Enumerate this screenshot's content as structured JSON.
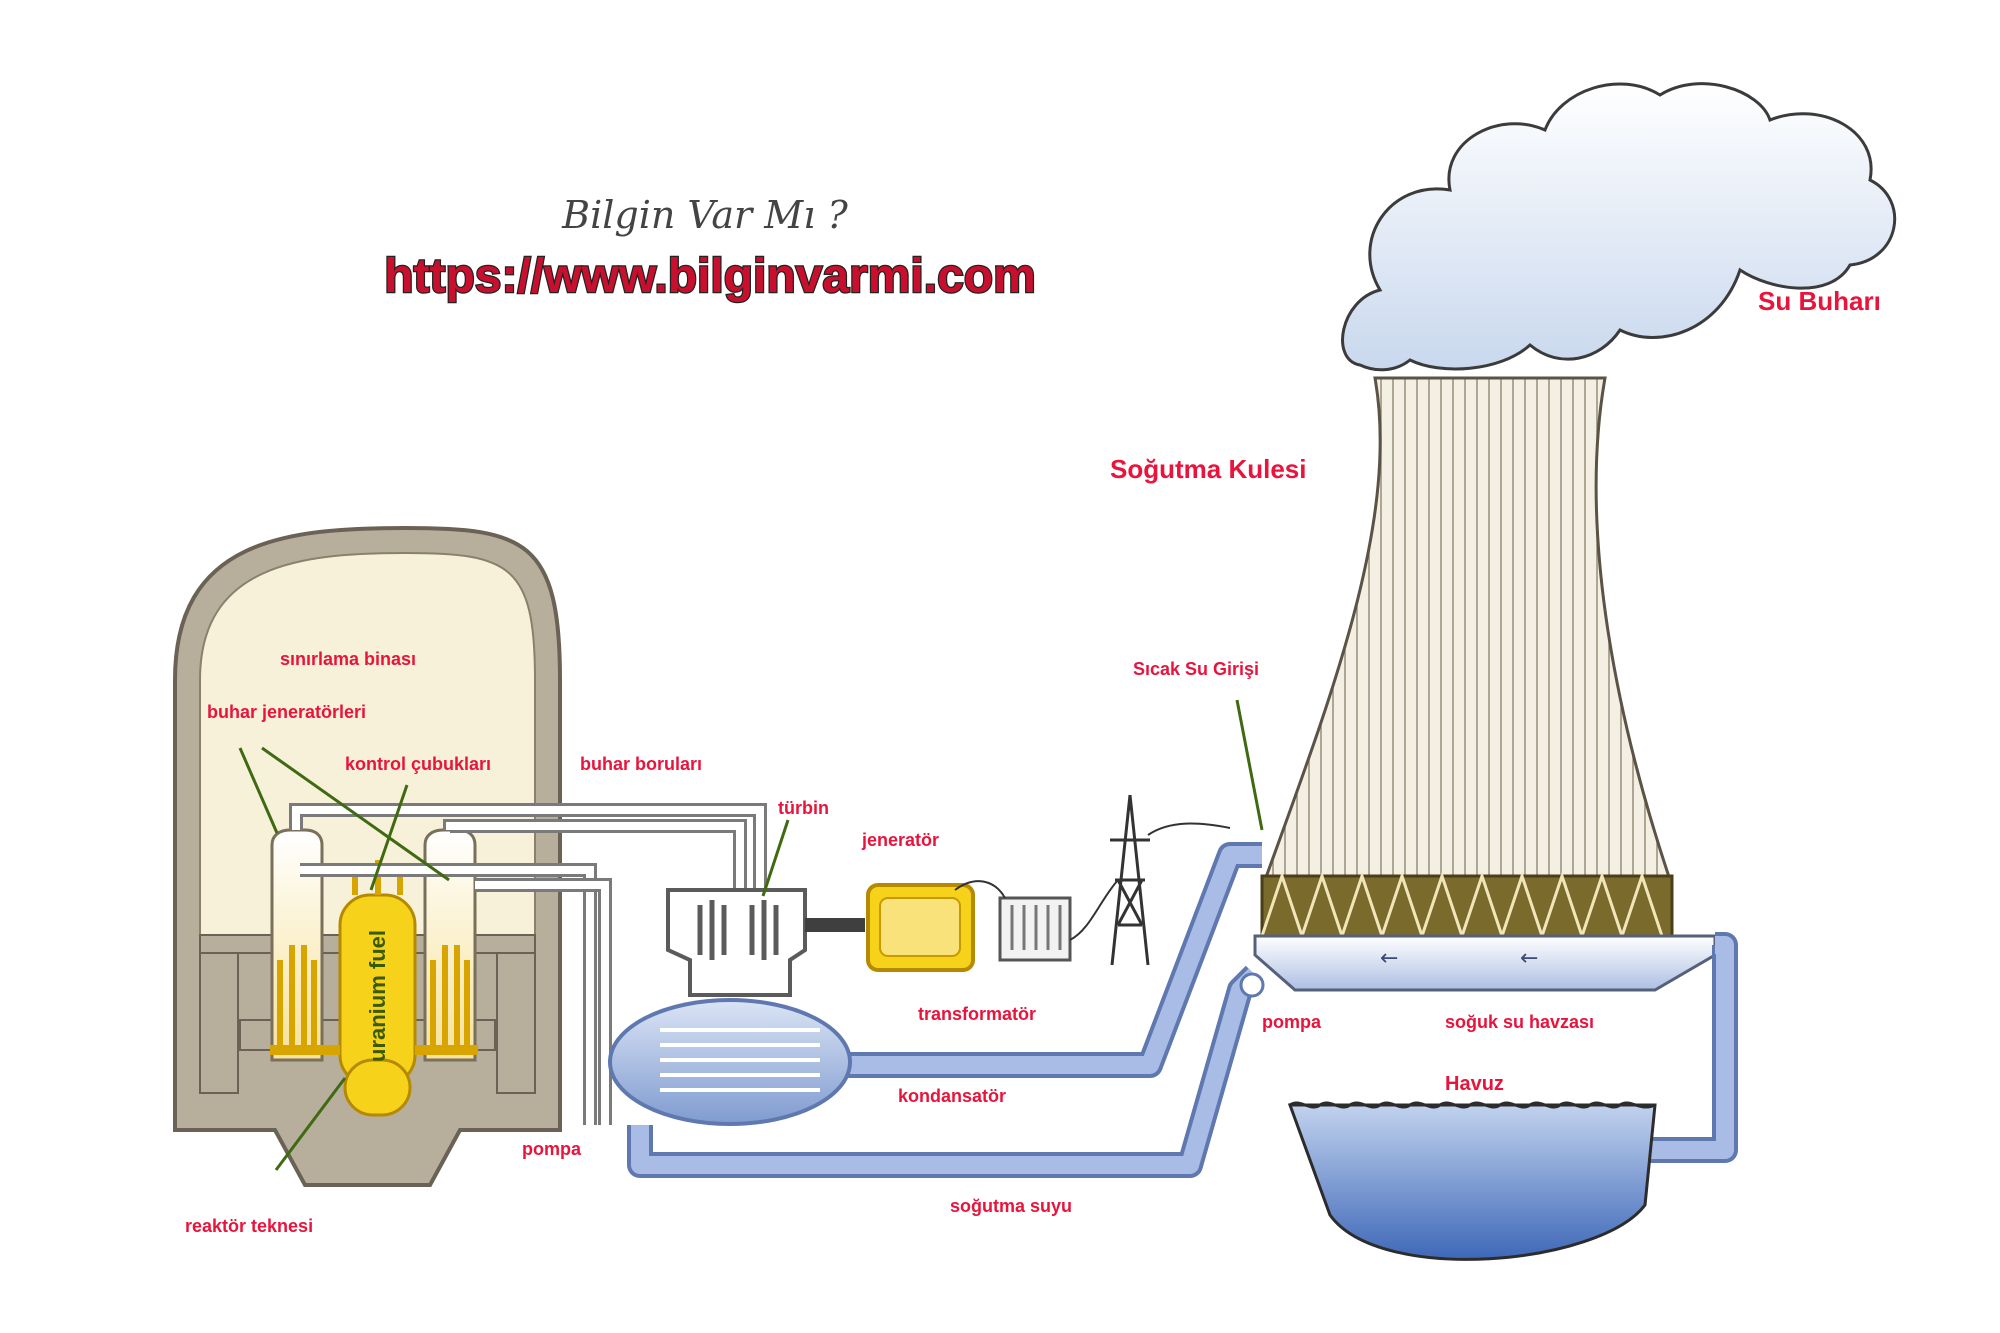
{
  "header": {
    "brand": "Bilgin Var Mı ?",
    "url": "https://www.bilginvarmi.com"
  },
  "labels": {
    "steam": "Su Buharı",
    "cooling_tower": "Soğutma Kulesi",
    "containment": "sınırlama binası",
    "steam_generators": "buhar jeneratörleri",
    "control_rods": "kontrol çubukları",
    "steam_pipes": "buhar boruları",
    "turbine": "türbin",
    "generator": "jeneratör",
    "hot_water_inlet": "Sıcak Su Girişi",
    "transformer": "transformatör",
    "pump_right": "pompa",
    "cold_basin": "soğuk su havzası",
    "condenser": "kondansatör",
    "pond": "Havuz",
    "pump_left": "pompa",
    "reactor_vessel": "reaktör teknesi",
    "cooling_water": "soğutma suyu",
    "fuel": "uranium fuel"
  },
  "colors": {
    "label": "#e8143c",
    "leader": "#3f6a12",
    "fuel": "#f2c200",
    "water": "#5f78b0",
    "building": "#b7ae9c"
  }
}
